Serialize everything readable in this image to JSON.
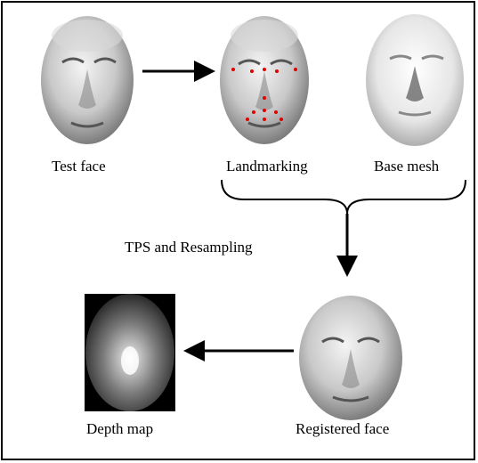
{
  "labels": {
    "test_face": "Test face",
    "landmarking": "Landmarking",
    "base_mesh": "Base mesh",
    "tps": "TPS and Resampling",
    "registered_face": "Registered face",
    "depth_map": "Depth map"
  }
}
